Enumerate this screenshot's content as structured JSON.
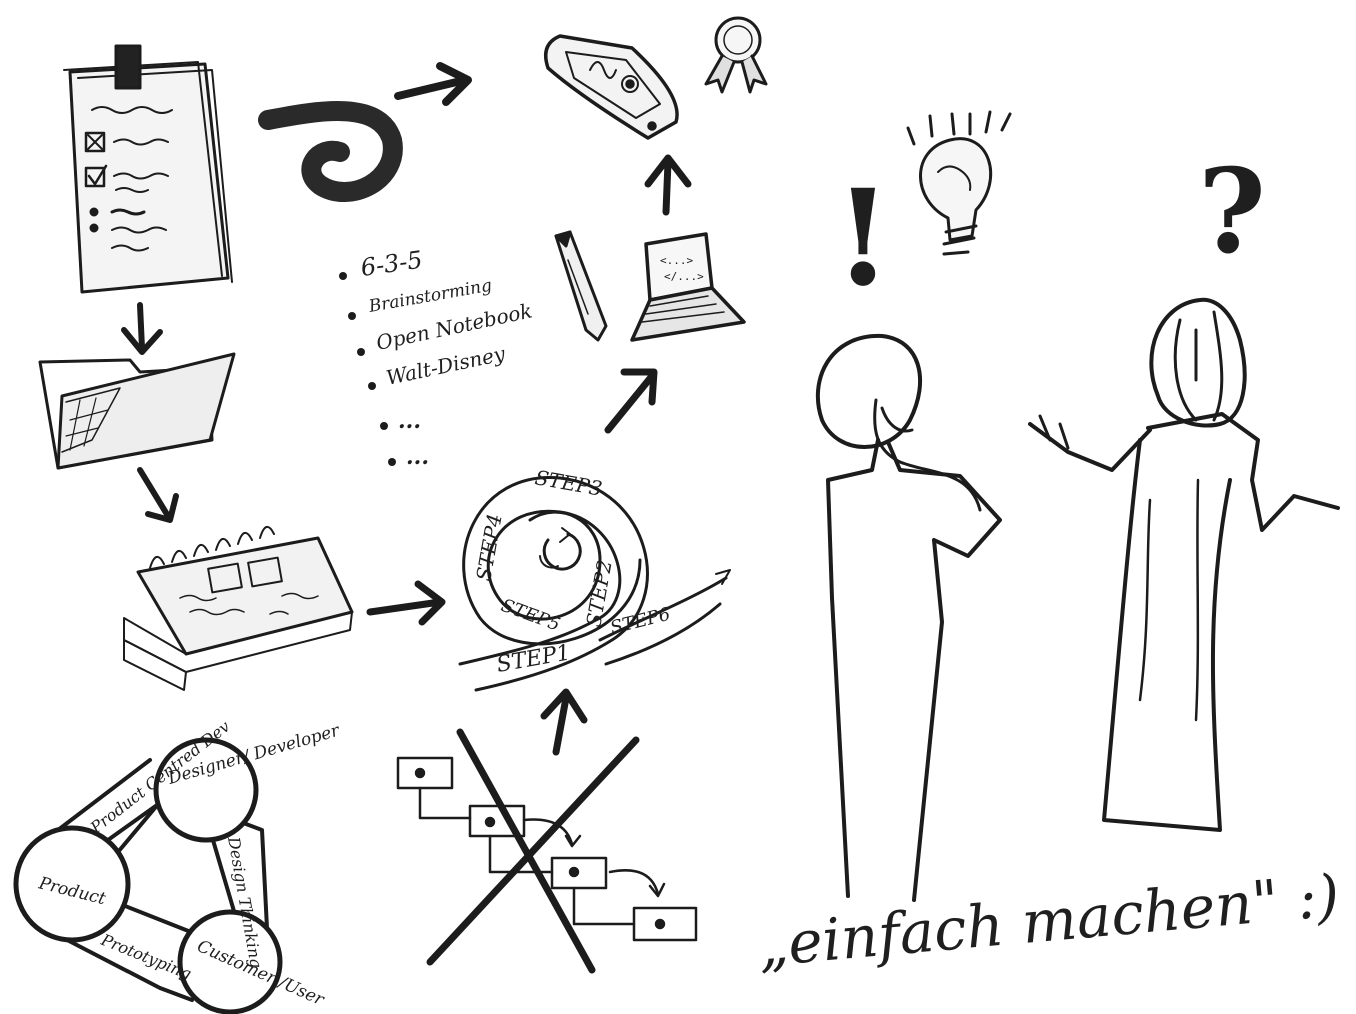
{
  "methods_list": {
    "items": [
      "6-3-5",
      "Brainstorming",
      "Open Notebook",
      "Walt-Disney",
      "...",
      "..."
    ]
  },
  "spiral": {
    "steps": [
      "STEP1",
      "STEP2",
      "STEP3",
      "STEP4",
      "STEP5",
      "STEP6"
    ]
  },
  "laptop_screen": {
    "line1": "<...>",
    "line2": "</...>"
  },
  "triangle": {
    "nodes": {
      "designer": "Designer/ Developer",
      "product": "Product",
      "customer": "Customer /User"
    },
    "edges": {
      "product_centred": "Product Centred Dev",
      "design_thinking": "Design Thinking",
      "prototyping": "Prototyping"
    }
  },
  "people": {
    "exclamation": "!",
    "question": "?"
  },
  "caption": {
    "text": "„einfach machen\" :)"
  },
  "colors": {
    "pencil": "#1c1c1c",
    "paper": "#ffffff"
  }
}
